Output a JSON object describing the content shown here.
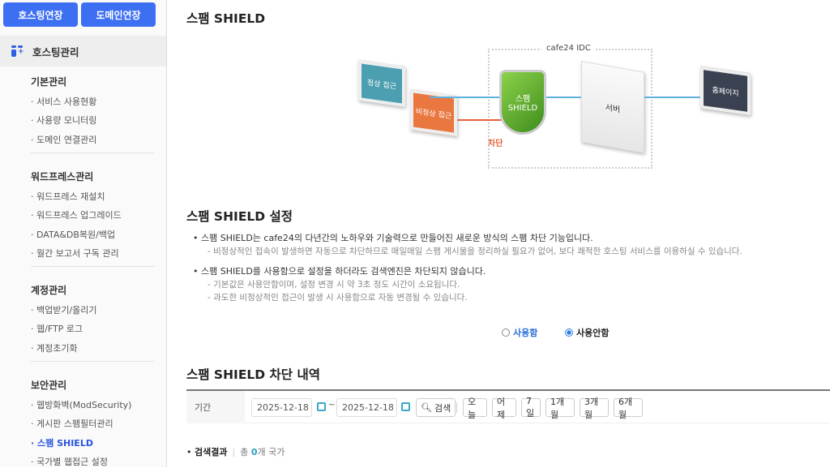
{
  "sidebar": {
    "buttons": [
      "호스팅연장",
      "도메인연장"
    ],
    "menu_title": "호스팅관리",
    "sections": [
      {
        "title": "기본관리",
        "items": [
          "서비스 사용현황",
          "사용량 모니터링",
          "도메인 연결관리"
        ]
      },
      {
        "title": "워드프레스관리",
        "items": [
          "워드프레스 재설치",
          "워드프레스 업그레이드",
          "DATA&DB복원/백업",
          "월간 보고서 구독 관리"
        ]
      },
      {
        "title": "계정관리",
        "items": [
          "백업받기/올리기",
          "웹/FTP 로그",
          "계정초기화"
        ]
      },
      {
        "title": "보안관리",
        "items": [
          "웹방화벽(ModSecurity)",
          "게시판 스팸필터관리",
          "스팸 SHIELD",
          "국가별 웹접근 설정"
        ]
      }
    ],
    "active_item": "스팸 SHIELD",
    "accent": "#3d6ff2"
  },
  "main": {
    "title": "스팸 SHIELD",
    "diagram": {
      "idc_label": "cafe24 IDC",
      "normal": "정상 접근",
      "abnormal": "비정상 접근",
      "shield": "스팸 SHIELD",
      "block": "차단",
      "server": "서버",
      "homepage": "홈페이지"
    },
    "settings": {
      "title": "스팸 SHIELD 설정",
      "bullets": [
        {
          "text": "스팸 SHIELD는 cafe24의 다년간의 노하우와 기술력으로 만들어진 새로운 방식의 스팸 차단 기능입니다.",
          "subs": [
            "- 비정상적인 접속이 발생하면 자동으로 차단하므로 매일매일 스팸 게시물을 정리하실 필요가 없어, 보다 쾌적한 호스팅 서비스를 이용하실 수 있습니다."
          ]
        },
        {
          "text": "스팸 SHIELD를 사용함으로 설정을 하더라도 검색엔진은 차단되지 않습니다.",
          "subs": [
            "- 기본값은 사용안함이며, 설정 변경 시 약 3초 정도 시간이 소요됩니다.",
            "- 과도한 비정상적인 접근이 발생 시 사용함으로 자동 변경될 수 있습니다."
          ]
        }
      ],
      "options": [
        "사용함",
        "사용안함"
      ],
      "selected": "사용안함"
    },
    "history": {
      "title": "스팸 SHIELD 차단 내역",
      "period_label": "기간",
      "start_date": "2025-12-18",
      "end_date": "2025-12-18",
      "tilde": "~",
      "search": "검색",
      "quick": [
        "오늘",
        "어제",
        "7일",
        "1개월",
        "3개월",
        "6개월"
      ],
      "result_label": "검색결과",
      "result_prefix": "총",
      "result_count": "0",
      "result_suffix": "개 국가"
    }
  }
}
